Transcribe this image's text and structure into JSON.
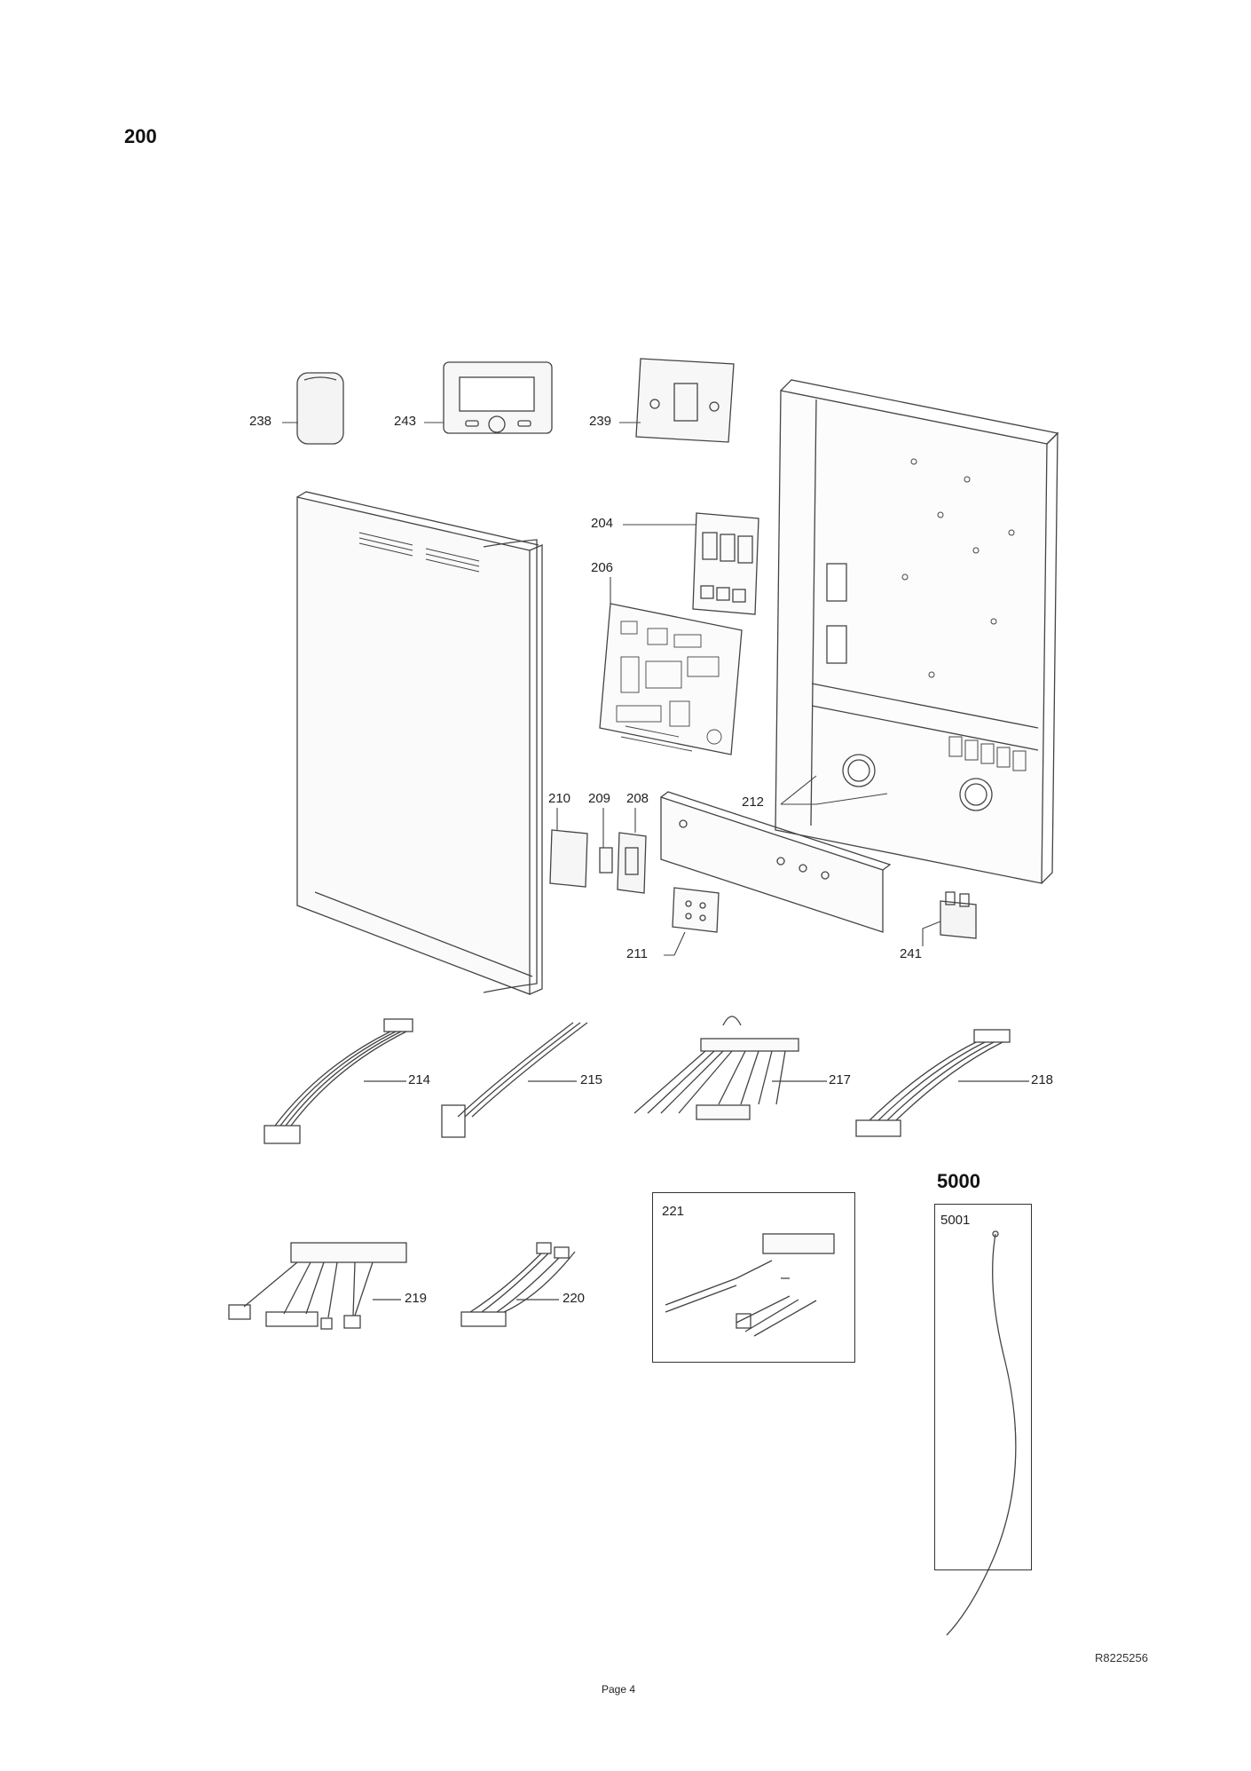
{
  "section_main": "200",
  "section_accessory": "5000",
  "labels": {
    "p238": "238",
    "p243": "243",
    "p239": "239",
    "p204": "204",
    "p206": "206",
    "p210": "210",
    "p209": "209",
    "p208": "208",
    "p212": "212",
    "p211": "211",
    "p241": "241",
    "p214": "214",
    "p215": "215",
    "p217": "217",
    "p218": "218",
    "p219": "219",
    "p220": "220",
    "p221": "221",
    "p5001": "5001"
  },
  "doc_ref": "R8225256",
  "page": "Page 4"
}
